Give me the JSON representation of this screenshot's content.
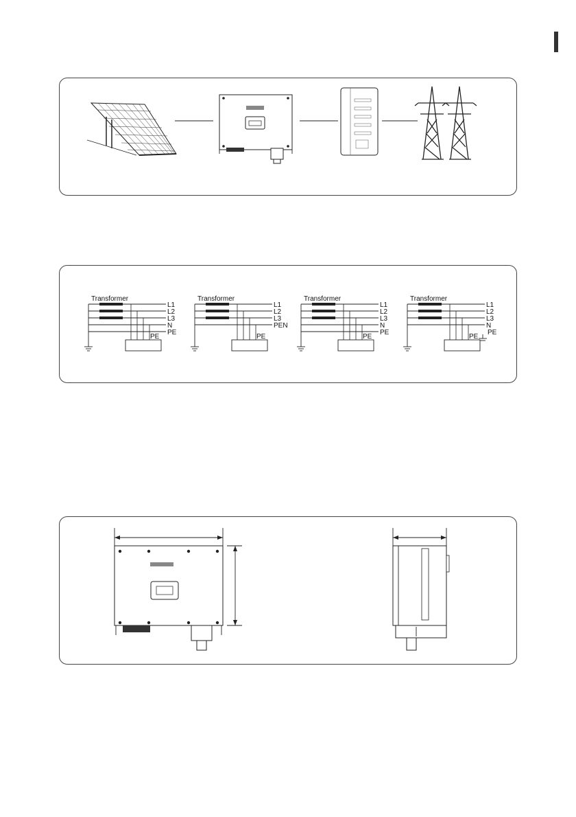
{
  "system_diagram": {
    "components": [
      "pv-array",
      "inverter",
      "distribution-cabinet",
      "transmission-towers"
    ]
  },
  "grid_systems": {
    "transformer_label": "Transformer",
    "diagrams": [
      {
        "line_labels": [
          "L1",
          "L2",
          "L3",
          "N",
          "PE"
        ],
        "box_label": "PE"
      },
      {
        "line_labels": [
          "L1",
          "L2",
          "L3",
          "PEN"
        ],
        "box_label": "PE"
      },
      {
        "line_labels": [
          "L1",
          "L2",
          "L3",
          "N",
          "PE"
        ],
        "box_label": "PE"
      },
      {
        "line_labels": [
          "L1",
          "L2",
          "L3",
          "N"
        ],
        "box_label": "PE",
        "earth_label": "PE"
      }
    ]
  },
  "dimensions": {
    "views": [
      "front-view",
      "side-view"
    ]
  },
  "colors": {
    "line": "#222222",
    "border": "#444444",
    "background": "#ffffff"
  }
}
